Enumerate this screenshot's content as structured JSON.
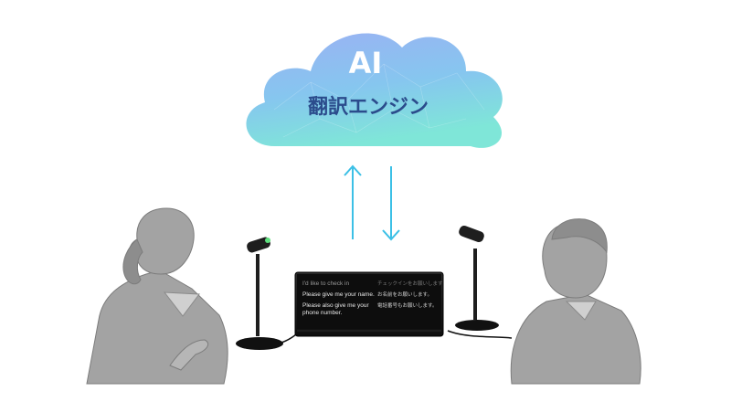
{
  "cloud": {
    "title": "AI",
    "subtitle": "翻訳エンジン"
  },
  "screen": {
    "english_lines": [
      "I'd like to check in",
      "Please give me your name.",
      "Please also give me your",
      "phone number."
    ],
    "japanese_lines": [
      "チェックインをお願いします",
      "お名前をお願いします。",
      "電話番号もお願いします。"
    ]
  },
  "colors": {
    "cloud_top": "#8fb7f0",
    "cloud_bottom": "#7fe3dc",
    "arrow": "#3cc0e6",
    "person": "#a3a3a3",
    "device": "#1c1c1c"
  }
}
